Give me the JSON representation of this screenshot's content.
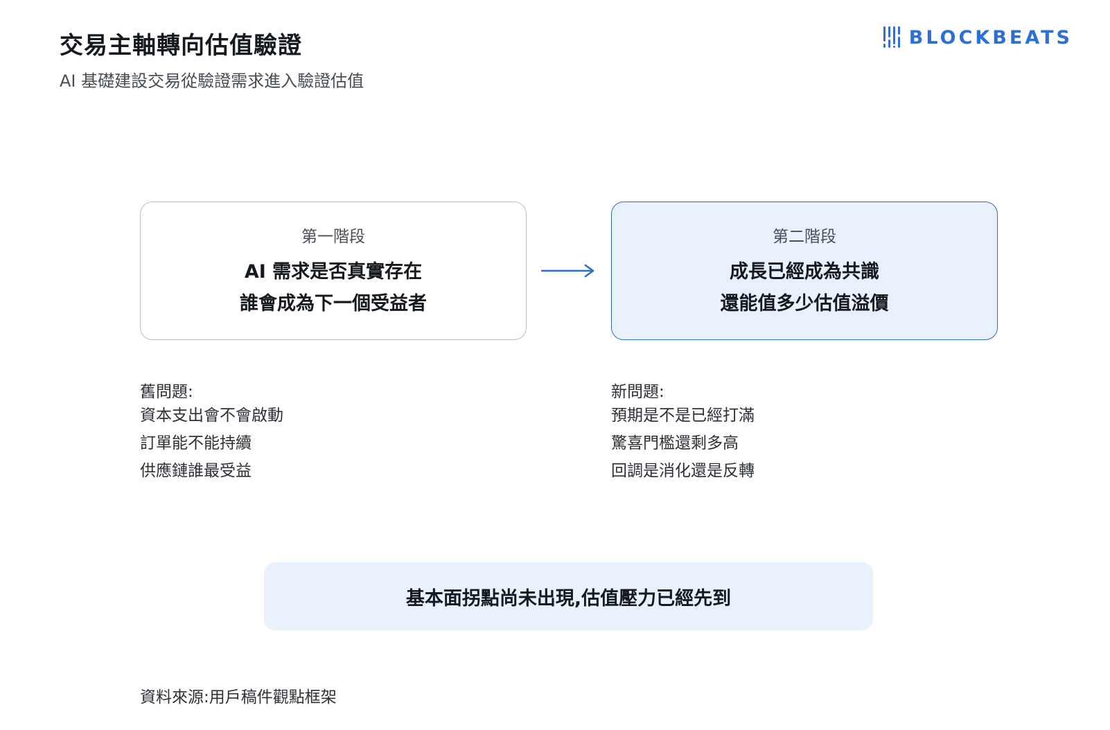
{
  "header": {
    "title": "交易主軸轉向估值驗證",
    "subtitle": "AI 基礎建設交易從驗證需求進入驗證估值"
  },
  "logo": {
    "text": "BLOCKBEATS",
    "icon": "blockbeats-bars-icon",
    "color": "#2d6fd6"
  },
  "stages": [
    {
      "label": "第一階段",
      "lines": [
        "AI 需求是否真實存在",
        "誰會成為下一個受益者"
      ]
    },
    {
      "label": "第二階段",
      "lines": [
        "成長已經成為共識",
        "還能值多少估值溢價"
      ]
    }
  ],
  "arrow": {
    "icon": "arrow-right-icon",
    "color": "#2f6cc4"
  },
  "questions": {
    "old": {
      "heading": "舊問題:",
      "items": [
        "資本支出會不會啟動",
        "訂單能不能持續",
        "供應鏈誰最受益"
      ]
    },
    "new": {
      "heading": "新問題:",
      "items": [
        "預期是不是已經打滿",
        "驚喜門檻還剩多高",
        "回調是消化還是反轉"
      ]
    }
  },
  "conclusion": "基本面拐點尚未出現,估值壓力已經先到",
  "source": "資料來源:用戶稿件觀點框架"
}
